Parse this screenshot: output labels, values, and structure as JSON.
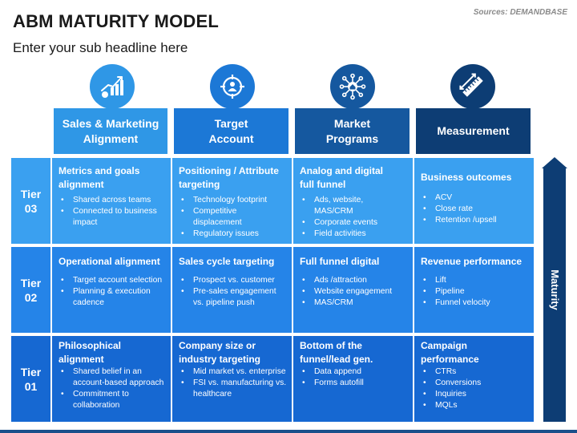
{
  "header": {
    "title": "ABM MATURITY MODEL",
    "subtitle": "Enter your sub headline here",
    "source": "Sources: DEMANDBASE"
  },
  "columns": [
    {
      "label": "Sales & Marketing Alignment",
      "icon": "growth-chart-icon",
      "color": "#2f97e6"
    },
    {
      "label": "Target Account",
      "icon": "target-person-icon",
      "color": "#1c78d6"
    },
    {
      "label": "Market Programs",
      "icon": "network-house-icon",
      "color": "#15589f"
    },
    {
      "label": "Measurement",
      "icon": "ruler-measure-icon",
      "color": "#0d3d74"
    }
  ],
  "tiers": [
    {
      "label": "Tier 03",
      "color": "#3aa0f0"
    },
    {
      "label": "Tier 02",
      "color": "#2584e8"
    },
    {
      "label": "Tier 01",
      "color": "#1668d2"
    }
  ],
  "cells": [
    [
      {
        "title": "Metrics and goals alignment",
        "bullets": [
          "Shared across teams",
          "Connected to business impact"
        ]
      },
      {
        "title": "Positioning / Attribute targeting",
        "bullets": [
          "Technology footprint",
          "Competitive displacement",
          "Regulatory issues"
        ]
      },
      {
        "title": "Analog and digital full funnel",
        "bullets": [
          "Ads, website, MAS/CRM",
          "Corporate events",
          "Field activities"
        ]
      },
      {
        "title": "Business outcomes",
        "bullets": [
          "ACV",
          "Close rate",
          "Retention /upsell"
        ]
      }
    ],
    [
      {
        "title": "Operational alignment",
        "bullets": [
          "Target account selection",
          "Planning & execution cadence"
        ]
      },
      {
        "title": "Sales cycle targeting",
        "bullets": [
          "Prospect vs. customer",
          "Pre-sales engagement vs. pipeline push"
        ]
      },
      {
        "title": "Full funnel digital",
        "bullets": [
          "Ads /attraction",
          "Website engagement",
          "MAS/CRM"
        ]
      },
      {
        "title": "Revenue performance",
        "bullets": [
          "Lift",
          "Pipeline",
          "Funnel velocity"
        ]
      }
    ],
    [
      {
        "title": "Philosophical alignment",
        "bullets": [
          "Shared belief in an account-based approach",
          "Commitment to collaboration"
        ]
      },
      {
        "title": "Company size or industry targeting",
        "bullets": [
          "Mid market vs. enterprise",
          "FSI vs. manufacturing vs. healthcare"
        ]
      },
      {
        "title": "Bottom of the funnel/lead gen.",
        "bullets": [
          "Data append",
          "Forms autofill"
        ]
      },
      {
        "title": "Campaign performance",
        "bullets": [
          "CTRs",
          "Conversions",
          "Inquiries",
          "MQLs"
        ]
      }
    ]
  ],
  "maturity_label": "Maturity",
  "colors": {
    "row3": "#3aa0f0",
    "row2": "#2584e8",
    "row1": "#1668d2",
    "arrow": "#0d3d74"
  }
}
